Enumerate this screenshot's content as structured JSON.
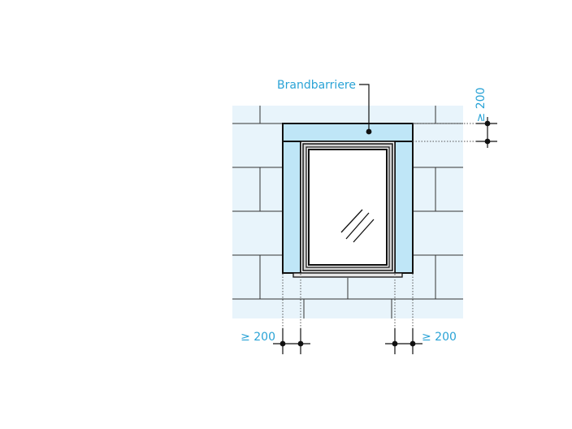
{
  "labels": {
    "fire_barrier": "Brandbarriere",
    "dim_top": "≥ 200",
    "dim_left": "≥ 200",
    "dim_right": "≥ 200"
  },
  "colors": {
    "accent": "#2aa3d6",
    "wall_fill": "#e8f4fb",
    "barrier_fill": "#bfe6f7",
    "outline": "#111111",
    "frame_fill": "#d2d2d2"
  }
}
